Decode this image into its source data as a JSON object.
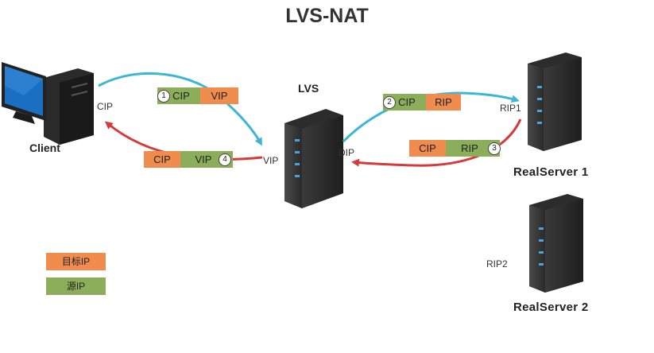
{
  "title": "LVS-NAT",
  "nodes": {
    "client": "Client",
    "lvs": "LVS",
    "rs1": "RealServer  1",
    "rs2": "RealServer  2"
  },
  "ips": {
    "cip": "CIP",
    "vip": "VIP",
    "dip": "DIP",
    "rip1": "RIP1",
    "rip2": "RIP2"
  },
  "packets": [
    {
      "step": "1",
      "src": "CIP",
      "dst": "VIP"
    },
    {
      "step": "2",
      "src": "CIP",
      "dst": "RIP"
    },
    {
      "step": "3",
      "src": "RIP",
      "dst": "CIP"
    },
    {
      "step": "4",
      "src": "VIP",
      "dst": "CIP"
    }
  ],
  "legend": {
    "dest": "目标IP",
    "src": "源IP"
  },
  "colors": {
    "source_ip": "#8cae5a",
    "dest_ip": "#ef8c4e",
    "request_arrow": "#3bb7d3",
    "response_arrow": "#d63a3a",
    "server_body": "#2b2b2b",
    "monitor_screen": "#1b6fc2"
  }
}
